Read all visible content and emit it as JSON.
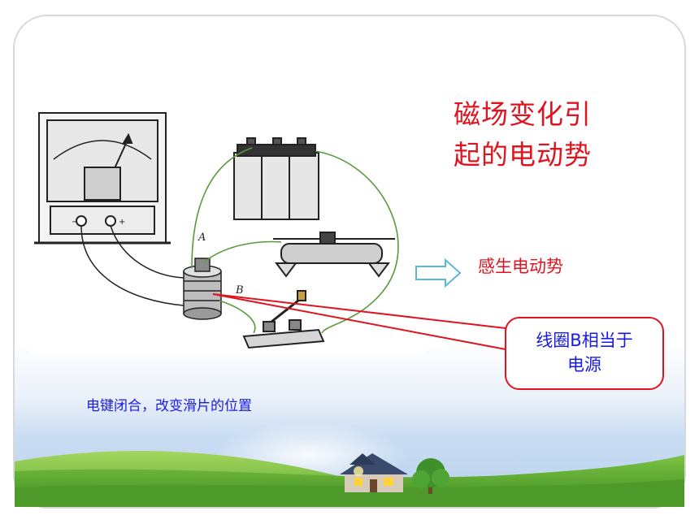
{
  "title": {
    "line1": "磁场变化引",
    "line2": "起的电动势"
  },
  "emf_label": "感生电动势",
  "callout": {
    "line1": "线圈B相当于",
    "line2": "电源"
  },
  "caption": "电键闭合，改变滑片的位置",
  "diagram": {
    "label_a": "A",
    "label_b": "B"
  },
  "colors": {
    "accent_red": "#e0141e",
    "text_blue": "#1a1ae6",
    "wire_green": "#5a9a3c",
    "arrow_blue": "#5bb8d8"
  },
  "icons": [
    "galvanometer-icon",
    "battery-icon",
    "rheostat-icon",
    "coil-icon",
    "switch-icon",
    "house-icon",
    "tree-icon"
  ]
}
